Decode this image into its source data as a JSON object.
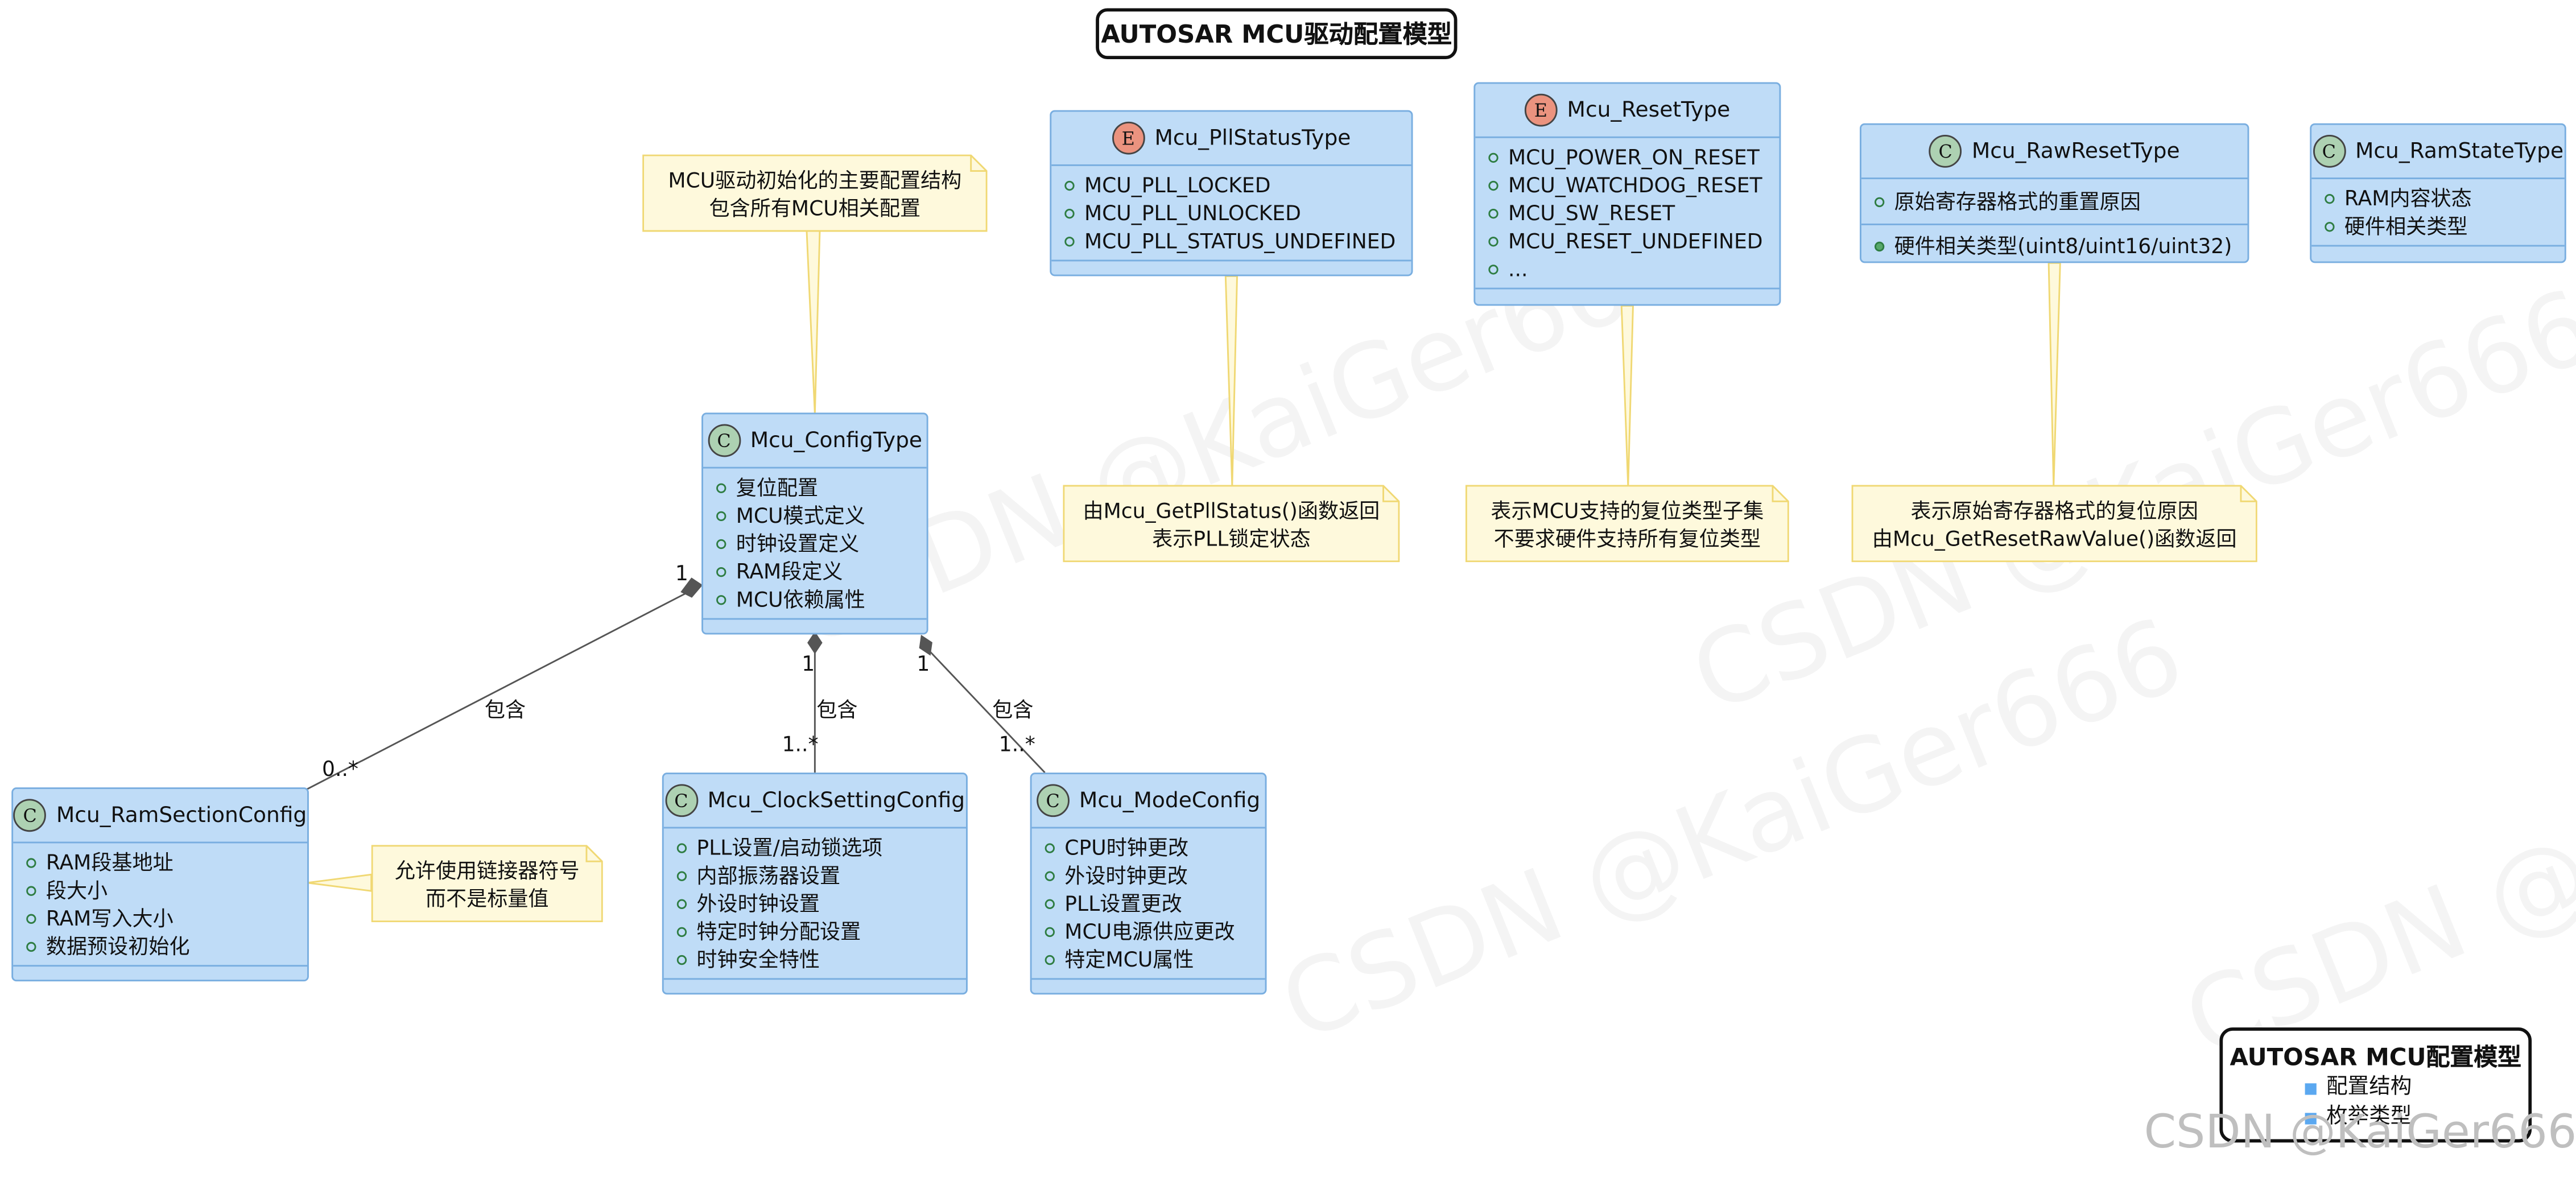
{
  "title": "AUTOSAR MCU驱动配置模型",
  "classes": {
    "config_type": {
      "badge": "C",
      "name": "Mcu_ConfigType",
      "fields": [
        "复位配置",
        "MCU模式定义",
        "时钟设置定义",
        "RAM段定义",
        "MCU依赖属性"
      ]
    },
    "pll_status": {
      "badge": "E",
      "name": "Mcu_PllStatusType",
      "fields": [
        "MCU_PLL_LOCKED",
        "MCU_PLL_UNLOCKED",
        "MCU_PLL_STATUS_UNDEFINED"
      ]
    },
    "reset_type": {
      "badge": "E",
      "name": "Mcu_ResetType",
      "fields": [
        "MCU_POWER_ON_RESET",
        "MCU_WATCHDOG_RESET",
        "MCU_SW_RESET",
        "MCU_RESET_UNDEFINED",
        "..."
      ]
    },
    "raw_reset": {
      "badge": "C",
      "name": "Mcu_RawResetType",
      "field1": "原始寄存器格式的重置原因",
      "field2": "硬件相关类型(uint8/uint16/uint32)"
    },
    "ram_state": {
      "badge": "C",
      "name": "Mcu_RamStateType",
      "fields": [
        "RAM内容状态",
        "硬件相关类型"
      ]
    },
    "ram_section": {
      "badge": "C",
      "name": "Mcu_RamSectionConfig",
      "fields": [
        "RAM段基地址",
        "段大小",
        "RAM写入大小",
        "数据预设初始化"
      ]
    },
    "clock_setting": {
      "badge": "C",
      "name": "Mcu_ClockSettingConfig",
      "fields": [
        "PLL设置/启动锁选项",
        "内部振荡器设置",
        "外设时钟设置",
        "特定时钟分配设置",
        "时钟安全特性"
      ]
    },
    "mode_config": {
      "badge": "C",
      "name": "Mcu_ModeConfig",
      "fields": [
        "CPU时钟更改",
        "外设时钟更改",
        "PLL设置更改",
        "MCU电源供应更改",
        "特定MCU属性"
      ]
    }
  },
  "notes": {
    "config": [
      "MCU驱动初始化的主要配置结构",
      "包含所有MCU相关配置"
    ],
    "pll": [
      "由Mcu_GetPllStatus()函数返回",
      "表示PLL锁定状态"
    ],
    "reset": [
      "表示MCU支持的复位类型子集",
      "不要求硬件支持所有复位类型"
    ],
    "raw": [
      "表示原始寄存器格式的复位原因",
      "由Mcu_GetResetRawValue()函数返回"
    ],
    "ram": [
      "允许使用链接器符号",
      "而不是标量值"
    ]
  },
  "relations": {
    "ram": {
      "label": "包含",
      "source_mult": "1",
      "target_mult": "0..*"
    },
    "clock": {
      "label": "包含",
      "source_mult": "1",
      "target_mult": "1..*"
    },
    "mode": {
      "label": "包含",
      "source_mult": "1",
      "target_mult": "1..*"
    }
  },
  "legend": {
    "title": "AUTOSAR MCU配置模型",
    "items": [
      "配置结构",
      "枚举类型"
    ]
  },
  "watermark": "CSDN @KaiGer666",
  "colors": {
    "class_fill": "#bfdcf7",
    "class_border": "#79aee0",
    "note_fill": "#fef9dc",
    "note_border": "#f0d873",
    "badge_class": "#add1b2",
    "badge_enum": "#eb937f"
  }
}
